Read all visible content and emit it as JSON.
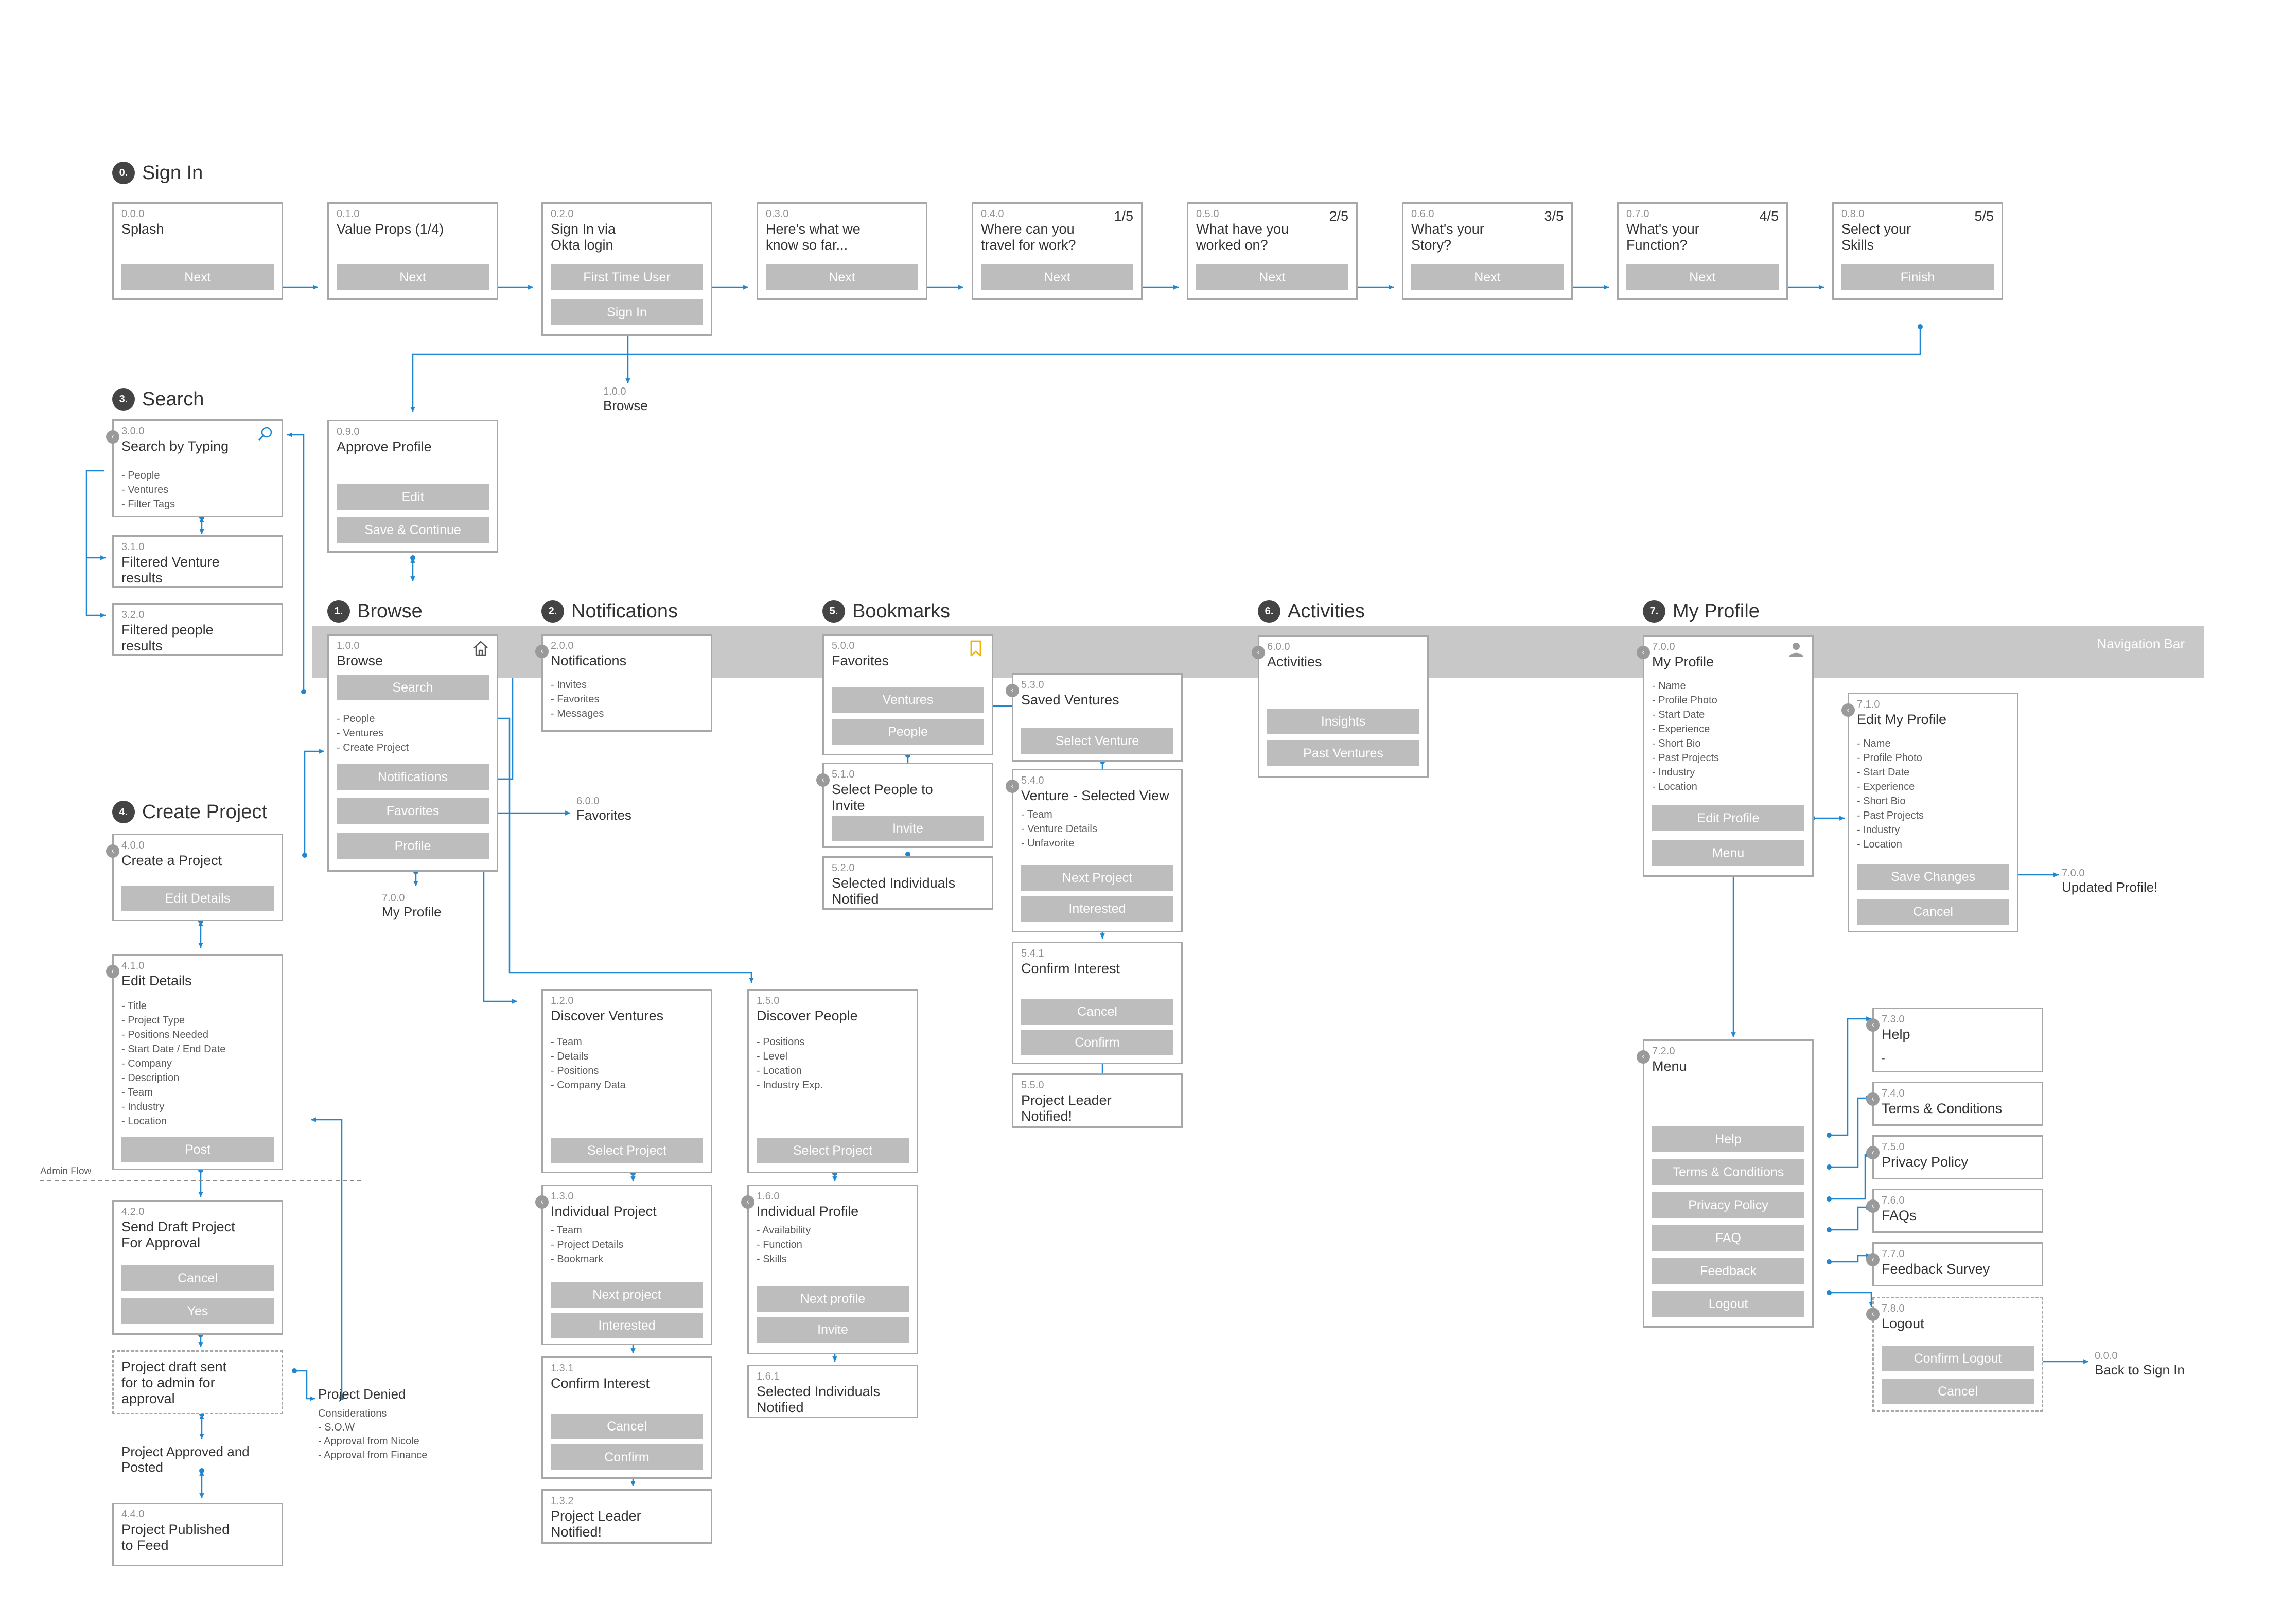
{
  "navigation_bar": {
    "label": "Navigation\nBar"
  },
  "admin_flow_label": "Admin Flow",
  "sections": {
    "sign_in": {
      "number": "0.",
      "title": "Sign In"
    },
    "search": {
      "number": "3.",
      "title": "Search"
    },
    "browse": {
      "number": "1.",
      "title": "Browse"
    },
    "notifications": {
      "number": "2.",
      "title": "Notifications"
    },
    "bookmarks": {
      "number": "5.",
      "title": "Bookmarks"
    },
    "activities": {
      "number": "6.",
      "title": "Activities"
    },
    "my_profile": {
      "number": "7.",
      "title": "My Profile"
    },
    "create_project": {
      "number": "4.",
      "title": "Create Project"
    }
  },
  "colors": {
    "connector": "#1f87d2",
    "card_border": "#a8a8a8",
    "button": "#bdbdbd",
    "navbar": "#c8c8c8",
    "bookmark_icon": "#f0b400"
  },
  "screens": {
    "s000": {
      "id": "0.0.0",
      "title": "Splash",
      "buttons": [
        "Next"
      ]
    },
    "s010": {
      "id": "0.1.0",
      "title": "Value Props (1/4)",
      "buttons": [
        "Next"
      ]
    },
    "s020": {
      "id": "0.2.0",
      "title": "Sign In via\nOkta login",
      "buttons": [
        "First Time User",
        "Sign In"
      ]
    },
    "s030": {
      "id": "0.3.0",
      "title": "Here's what we\nknow so far...",
      "buttons": [
        "Next"
      ]
    },
    "s040": {
      "id": "0.4.0",
      "title": "Where can you\ntravel for work?",
      "step": "1/5",
      "buttons": [
        "Next"
      ]
    },
    "s050": {
      "id": "0.5.0",
      "title": "What have you\nworked on?",
      "step": "2/5",
      "buttons": [
        "Next"
      ]
    },
    "s060": {
      "id": "0.6.0",
      "title": "What's your\nStory?",
      "step": "3/5",
      "buttons": [
        "Next"
      ]
    },
    "s070": {
      "id": "0.7.0",
      "title": "What's your\nFunction?",
      "step": "4/5",
      "buttons": [
        "Next"
      ]
    },
    "s080": {
      "id": "0.8.0",
      "title": "Select your\nSkills",
      "step": "5/5",
      "buttons": [
        "Finish"
      ]
    },
    "s090": {
      "id": "0.9.0",
      "title": "Approve Profile",
      "buttons": [
        "Edit",
        "Save & Continue"
      ]
    },
    "s300": {
      "id": "3.0.0",
      "title": "Search by Typing",
      "list": "- People\n- Ventures\n- Filter Tags",
      "icon": "search-icon"
    },
    "s310": {
      "id": "3.1.0",
      "title": "Filtered Venture\nresults"
    },
    "s320": {
      "id": "3.2.0",
      "title": "Filtered people\nresults"
    },
    "s100": {
      "id": "1.0.0",
      "title": "Browse",
      "list": "- People\n- Ventures\n- Create Project",
      "icon": "home-icon",
      "buttons": [
        "Search",
        "Notifications",
        "Favorites",
        "Profile"
      ]
    },
    "s200": {
      "id": "2.0.0",
      "title": "Notifications",
      "list": "- Invites\n- Favorites\n- Messages"
    },
    "s500": {
      "id": "5.0.0",
      "title": "Favorites",
      "icon": "bookmark-icon",
      "buttons": [
        "Ventures",
        "People"
      ]
    },
    "s510": {
      "id": "5.1.0",
      "title": "Select People to\nInvite",
      "buttons": [
        "Invite"
      ]
    },
    "s520": {
      "id": "5.2.0",
      "title": "Selected Individuals\nNotified"
    },
    "s530": {
      "id": "5.3.0",
      "title": "Saved Ventures",
      "buttons": [
        "Select Venture"
      ]
    },
    "s540": {
      "id": "5.4.0",
      "title": "Venture - Selected View",
      "list": "- Team\n- Venture Details\n- Unfavorite",
      "buttons": [
        "Next Project",
        "Interested"
      ]
    },
    "s541": {
      "id": "5.4.1",
      "title": "Confirm Interest",
      "buttons": [
        "Cancel",
        "Confirm"
      ]
    },
    "s550": {
      "id": "5.5.0",
      "title": "Project Leader\nNotified!"
    },
    "s600": {
      "id": "6.0.0",
      "title": "Activities",
      "buttons": [
        "Insights",
        "Past Ventures"
      ]
    },
    "s700": {
      "id": "7.0.0",
      "title": "My Profile",
      "list": "- Name\n- Profile Photo\n- Start Date\n- Experience\n- Short Bio\n- Past Projects\n- Industry\n- Location",
      "icon": "user-icon",
      "buttons": [
        "Edit Profile",
        "Menu"
      ]
    },
    "s710": {
      "id": "7.1.0",
      "title": "Edit My Profile",
      "list": "- Name\n- Profile Photo\n- Start Date\n- Experience\n- Short Bio\n- Past Projects\n- Industry\n- Location",
      "buttons": [
        "Save Changes",
        "Cancel"
      ]
    },
    "s720": {
      "id": "7.2.0",
      "title": "Menu",
      "buttons": [
        "Help",
        "Terms & Conditions",
        "Privacy Policy",
        "FAQ",
        "Feedback",
        "Logout"
      ]
    },
    "s730": {
      "id": "7.3.0",
      "title": "Help",
      "list": "-"
    },
    "s740": {
      "id": "7.4.0",
      "title": "Terms & Conditions"
    },
    "s750": {
      "id": "7.5.0",
      "title": "Privacy Policy"
    },
    "s760": {
      "id": "7.6.0",
      "title": "FAQs"
    },
    "s770": {
      "id": "7.7.0",
      "title": "Feedback Survey"
    },
    "s780": {
      "id": "7.8.0",
      "title": "Logout",
      "buttons": [
        "Confirm Logout",
        "Cancel"
      ]
    },
    "s120": {
      "id": "1.2.0",
      "title": "Discover Ventures",
      "list": "- Team\n- Details\n- Positions\n- Company Data",
      "buttons": [
        "Select Project"
      ]
    },
    "s130": {
      "id": "1.3.0",
      "title": "Individual Project",
      "list": "- Team\n- Project Details\n- Bookmark",
      "buttons": [
        "Next project",
        "Interested"
      ]
    },
    "s131": {
      "id": "1.3.1",
      "title": "Confirm Interest",
      "buttons": [
        "Cancel",
        "Confirm"
      ]
    },
    "s132": {
      "id": "1.3.2",
      "title": "Project Leader\nNotified!"
    },
    "s150": {
      "id": "1.5.0",
      "title": "Discover People",
      "list": "- Positions\n- Level\n- Location\n- Industry Exp.",
      "buttons": [
        "Select Project"
      ]
    },
    "s160": {
      "id": "1.6.0",
      "title": "Individual Profile",
      "list": "- Availability\n- Function\n- Skills",
      "buttons": [
        "Next profile",
        "Invite"
      ]
    },
    "s161": {
      "id": "1.6.1",
      "title": "Selected Individuals\nNotified"
    },
    "s400": {
      "id": "4.0.0",
      "title": "Create a Project",
      "buttons": [
        "Edit Details"
      ]
    },
    "s410": {
      "id": "4.1.0",
      "title": "Edit Details",
      "list": "- Title\n- Project Type\n- Positions Needed\n- Start Date / End Date\n- Company\n- Description\n- Team\n- Industry\n- Location",
      "buttons": [
        "Post"
      ]
    },
    "s420": {
      "id": "4.2.0",
      "title": "Send Draft Project\nFor Approval",
      "buttons": [
        "Cancel",
        "Yes"
      ]
    },
    "draft_sent": {
      "title": "Project draft sent\nfor to admin for\napproval"
    },
    "s440": {
      "id": "4.4.0",
      "title": "Project Published\nto Feed"
    }
  },
  "labels": {
    "browse_ref": {
      "id": "1.0.0",
      "text": "Browse"
    },
    "favorites_ref": {
      "id": "6.0.0",
      "text": "Favorites"
    },
    "my_profile_ref": {
      "id": "7.0.0",
      "text": "My Profile"
    },
    "updated_profile": {
      "id": "7.0.0",
      "text": "Updated Profile!"
    },
    "back_to_sign_in": {
      "id": "0.0.0",
      "text": "Back to Sign In"
    },
    "approved_posted": {
      "text": "Project Approved and\nPosted"
    },
    "project_denied": {
      "text": "Project Denied",
      "considerations": "Considerations\n- S.O.W\n- Approval from Nicole\n- Approval from Finance"
    }
  }
}
